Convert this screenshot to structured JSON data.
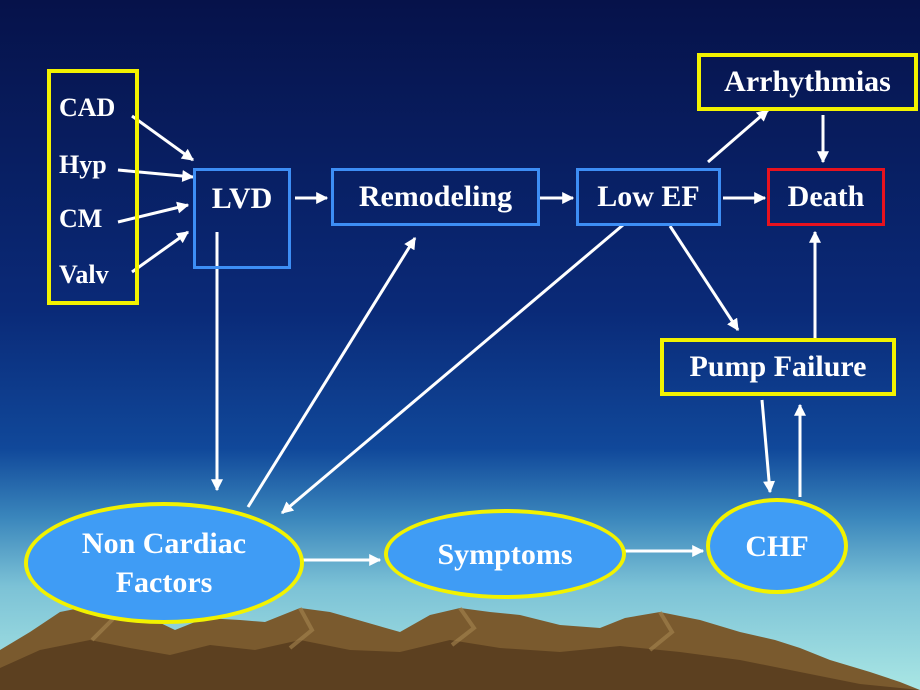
{
  "causes": [
    "CAD",
    "Hyp",
    "CM",
    "Valv"
  ],
  "nodes": {
    "lvd": "LVD",
    "remodeling": "Remodeling",
    "low_ef": "Low EF",
    "death": "Death",
    "arrhythmias": "Arrhythmias",
    "pump_failure": "Pump Failure",
    "non_cardiac_line1": "Non Cardiac",
    "non_cardiac_line2": "Factors",
    "symptoms": "Symptoms",
    "chf": "CHF"
  },
  "colors": {
    "background_top": "#06124a",
    "background_bottom": "#a9e6e4",
    "box_border_blue": "#3d8ef5",
    "box_border_yellow": "#f2f200",
    "box_border_red": "#e8121e",
    "oval_fill": "#3f9cf5",
    "arrow": "#ffffff",
    "mountains": "#7a5a2e"
  },
  "decoration": "mountain-range-landscape"
}
